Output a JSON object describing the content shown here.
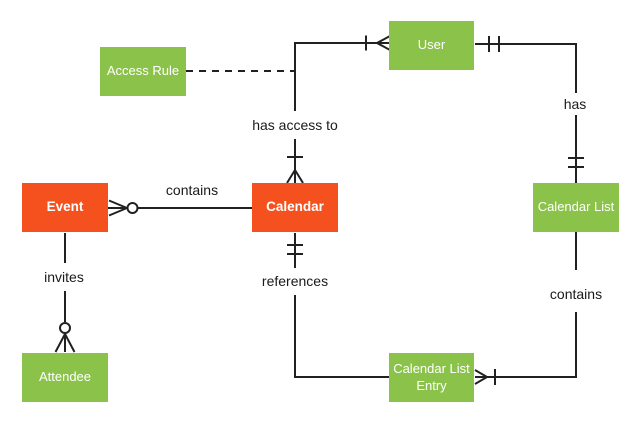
{
  "colors": {
    "entity_orange": "#F4511E",
    "entity_green": "#8BC34A",
    "entity_text": "#FFFFFF",
    "line": "#212121",
    "label_text": "#1A1A1A",
    "background": "#FFFFFF"
  },
  "entities": {
    "event": {
      "label": "Event",
      "color": "orange"
    },
    "calendar": {
      "label": "Calendar",
      "color": "orange"
    },
    "user": {
      "label": "User",
      "color": "green"
    },
    "access_rule": {
      "label": "Access Rule",
      "color": "green"
    },
    "attendee": {
      "label": "Attendee",
      "color": "green"
    },
    "calendar_list": {
      "label": "Calendar List",
      "color": "green"
    },
    "calendar_list_entry": {
      "label": "Calendar List Entry",
      "color": "green"
    }
  },
  "relationships": {
    "contains_events": {
      "label": "contains",
      "from": "calendar",
      "to": "event",
      "to_cardinality": "zero or many"
    },
    "invites": {
      "label": "invites",
      "from": "event",
      "to": "attendee",
      "to_cardinality": "zero or many"
    },
    "has_access_to": {
      "label": "has access to",
      "from": "user",
      "to": "calendar",
      "from_cardinality": "one or many",
      "to_cardinality": "one or many"
    },
    "access_rule_link": {
      "label": "",
      "from": "access_rule",
      "to": "has_access_to",
      "style": "dashed"
    },
    "has": {
      "label": "has",
      "from": "user",
      "to": "calendar_list",
      "from_cardinality": "one and only one",
      "to_cardinality": "one and only one"
    },
    "contains_entries": {
      "label": "contains",
      "from": "calendar_list",
      "to": "calendar_list_entry",
      "to_cardinality": "one or many"
    },
    "references": {
      "label": "references",
      "from": "calendar_list_entry",
      "to": "calendar",
      "to_cardinality": "one and only one"
    }
  }
}
